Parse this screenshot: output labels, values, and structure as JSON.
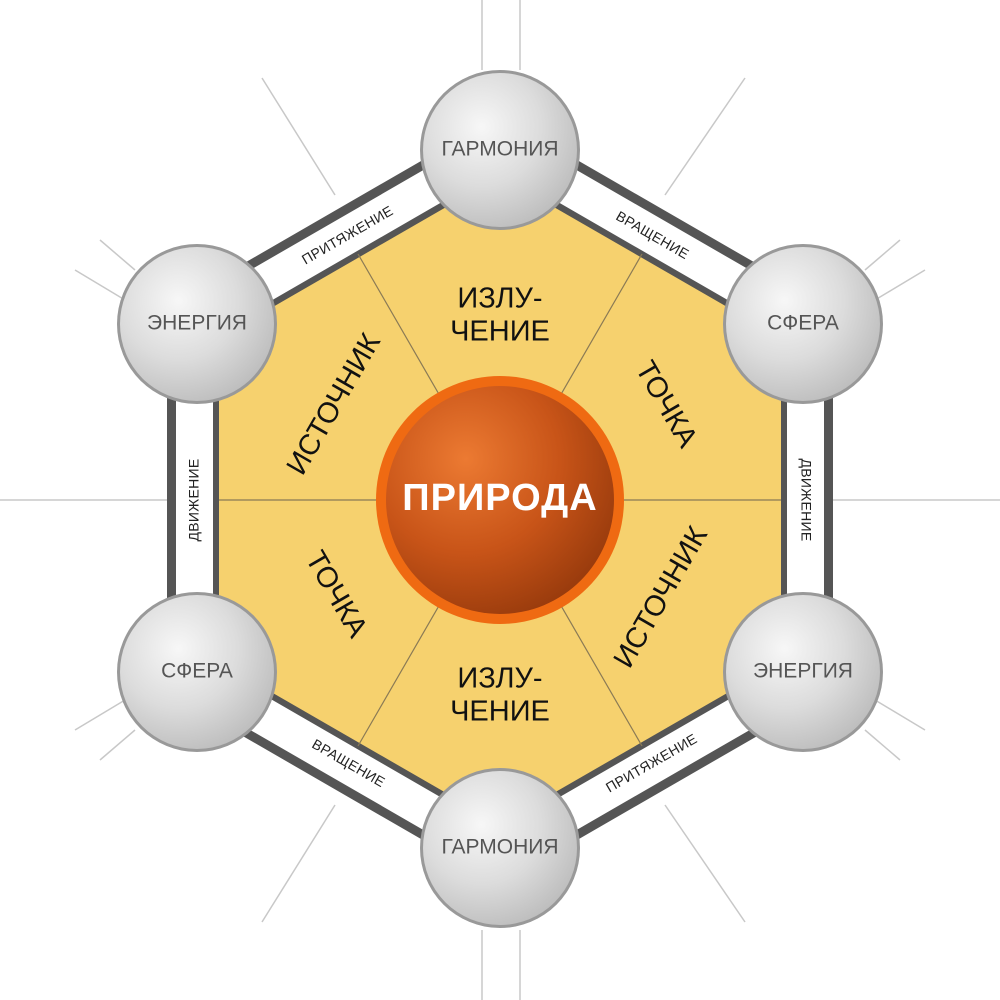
{
  "center": {
    "label": "ПРИРОДА"
  },
  "nodes": {
    "top": "ГАРМОНИЯ",
    "upper_right": "СФЕРА",
    "lower_right": "ЭНЕРГИЯ",
    "bottom": "ГАРМОНИЯ",
    "lower_left": "СФЕРА",
    "upper_left": "ЭНЕРГИЯ"
  },
  "edges": {
    "top_right": "ВРАЩЕНИЕ",
    "right": "ДВИЖЕНИЕ",
    "bottom_right": "ПРИТЯЖЕНИЕ",
    "bottom_left": "ВРАЩЕНИЕ",
    "left": "ДВИЖЕНИЕ",
    "top_left": "ПРИТЯЖЕНИЕ"
  },
  "sectors": {
    "top": {
      "line1": "ИЗЛУ-",
      "line2": "ЧЕНИЕ"
    },
    "upper_right": "ТОЧКА",
    "lower_right": "ИСТОЧНИК",
    "bottom": {
      "line1": "ИЗЛУ-",
      "line2": "ЧЕНИЕ"
    },
    "lower_left": "ТОЧКА",
    "upper_left": "ИСТОЧНИК"
  },
  "colors": {
    "hexagon_fill": "#f6d16e",
    "center_fill": "#c2501a",
    "center_ring": "#ef6a12",
    "node_fill": "#d6d6d6",
    "frame": "#555555"
  }
}
